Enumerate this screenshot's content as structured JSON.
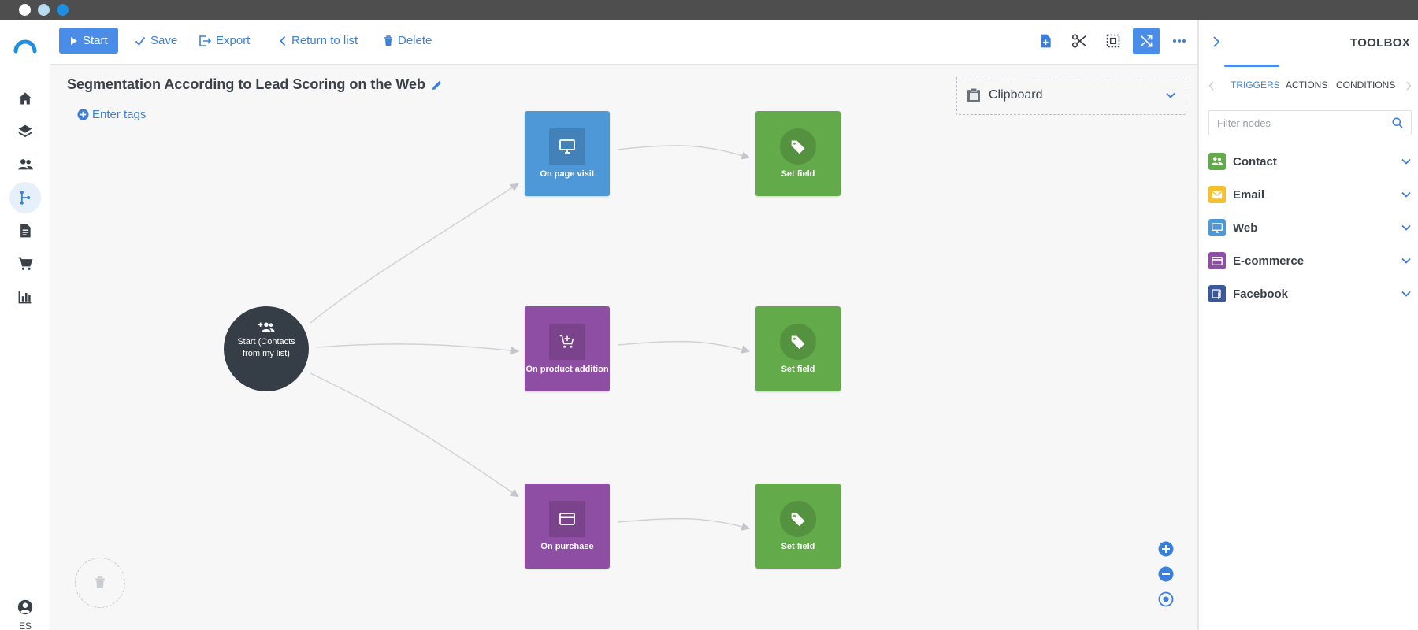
{
  "window": {
    "dots": [
      "close",
      "minimize",
      "maximize"
    ]
  },
  "sidebar": {
    "logo": "brand-logo",
    "items": [
      {
        "name": "home",
        "icon": "home-icon"
      },
      {
        "name": "campaigns",
        "icon": "layers-icon"
      },
      {
        "name": "contacts",
        "icon": "people-icon"
      },
      {
        "name": "automation",
        "icon": "flow-icon",
        "active": true
      },
      {
        "name": "content",
        "icon": "document-icon"
      },
      {
        "name": "ecommerce",
        "icon": "cart-icon"
      },
      {
        "name": "reports",
        "icon": "bar-chart-icon"
      }
    ],
    "user": {
      "icon": "account-circle-icon",
      "language": "ES"
    }
  },
  "toolbar": {
    "start_label": "Start",
    "save_label": "Save",
    "export_label": "Export",
    "return_label": "Return to list",
    "delete_label": "Delete",
    "right_icons": [
      "add-node-icon",
      "scissors-icon",
      "select-all-icon",
      "shuffle-icon",
      "more-icon"
    ]
  },
  "flow": {
    "title": "Segmentation According to Lead Scoring on the Web",
    "tags_label": "Enter tags"
  },
  "clipboard": {
    "label": "Clipboard"
  },
  "nodes": {
    "start": {
      "label": "Start (Contacts from my list)",
      "icon": "add-group-icon"
    },
    "triggers": [
      {
        "label": "On page visit",
        "icon": "monitor-icon",
        "color": "#4f98d8"
      },
      {
        "label": "On product addition",
        "icon": "cart-add-icon",
        "color": "#8e4ea3"
      },
      {
        "label": "On purchase",
        "icon": "credit-card-icon",
        "color": "#8e4ea3"
      }
    ],
    "actions": [
      {
        "label": "Set field",
        "icon": "tag-icon",
        "color": "#62aa4a"
      },
      {
        "label": "Set field",
        "icon": "tag-icon",
        "color": "#62aa4a"
      },
      {
        "label": "Set field",
        "icon": "tag-icon",
        "color": "#62aa4a"
      }
    ]
  },
  "canvas_controls": {
    "trash": "trash-icon",
    "zoom": [
      "zoom-in-icon",
      "zoom-out-icon",
      "center-icon"
    ]
  },
  "toolbox": {
    "title": "TOOLBOX",
    "tabs": [
      "TRIGGERS",
      "ACTIONS",
      "CONDITIONS"
    ],
    "active_tab": "TRIGGERS",
    "filter_placeholder": "Filter nodes",
    "categories": [
      {
        "label": "Contact",
        "color": "#62aa4a",
        "icon": "people-icon"
      },
      {
        "label": "Email",
        "color": "#f5c02c",
        "icon": "envelope-icon"
      },
      {
        "label": "Web",
        "color": "#4f98d8",
        "icon": "monitor-icon"
      },
      {
        "label": "E-commerce",
        "color": "#8e4ea3",
        "icon": "credit-card-icon"
      },
      {
        "label": "Facebook",
        "color": "#3b5998",
        "icon": "facebook-icon"
      }
    ]
  },
  "colors": {
    "accent": "#4a8de8",
    "link": "#3b7fd9",
    "dark_node": "#353d47",
    "canvas_bg": "#f7f7f7"
  }
}
